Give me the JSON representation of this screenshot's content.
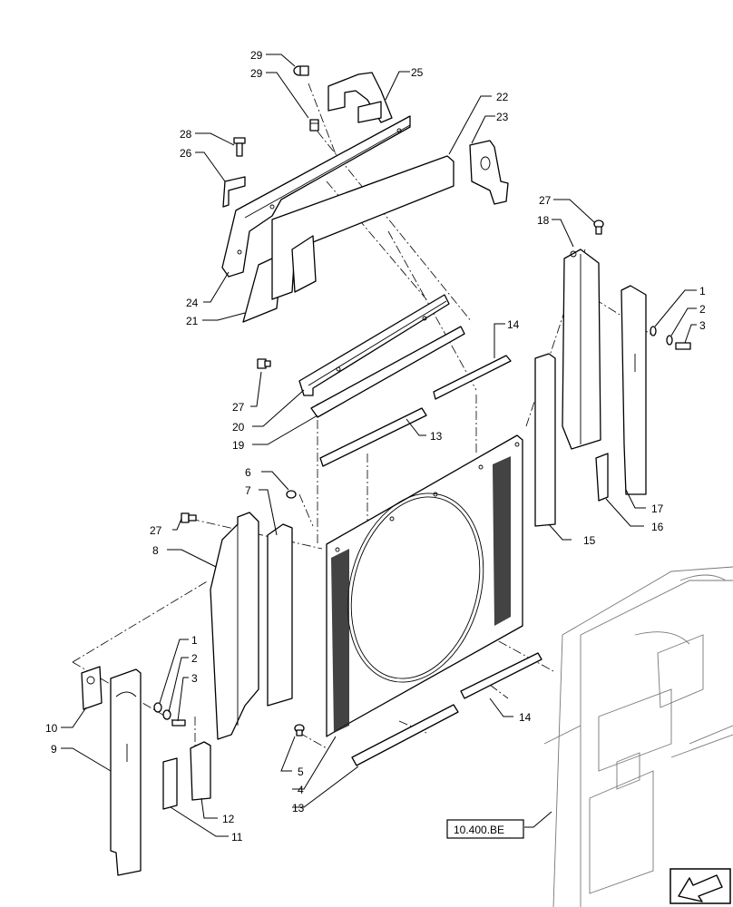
{
  "diagram": {
    "reference_label": "10.400.BE",
    "nav_icon": "arrow-down-left-icon",
    "callouts": {
      "c29a": "29",
      "c29b": "29",
      "c25": "25",
      "c22": "22",
      "c23": "23",
      "c28": "28",
      "c26": "26",
      "c24": "24",
      "c21": "21",
      "c27a": "27",
      "c18": "18",
      "c1a": "1",
      "c2a": "2",
      "c3a": "3",
      "c14a": "14",
      "c27b": "27",
      "c20": "20",
      "c19": "19",
      "c13a": "13",
      "c6": "6",
      "c7": "7",
      "c27c": "27",
      "c8": "8",
      "c15": "15",
      "c17": "17",
      "c16": "16",
      "c1b": "1",
      "c2b": "2",
      "c3b": "3",
      "c10": "10",
      "c9": "9",
      "c5": "5",
      "c4": "4",
      "c13b": "13",
      "c14b": "14",
      "c12": "12",
      "c11": "11"
    }
  }
}
